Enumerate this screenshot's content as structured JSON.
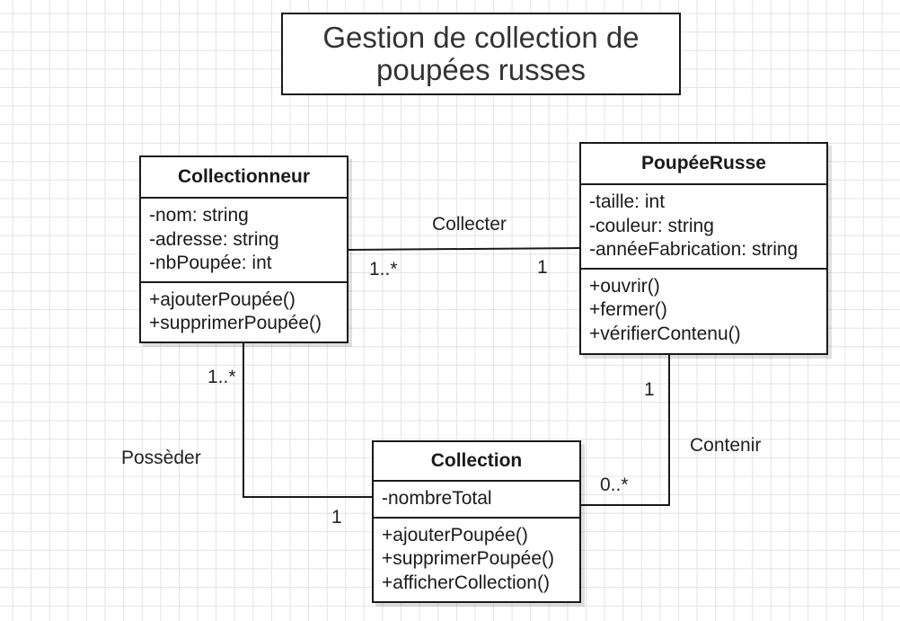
{
  "title": "Gestion de collection de poupées russes",
  "classes": {
    "collectionneur": {
      "name": "Collectionneur",
      "attributes": [
        "-nom: string",
        "-adresse: string",
        "-nbPoupée: int"
      ],
      "methods": [
        "+ajouterPoupée()",
        "+supprimerPoupée()"
      ]
    },
    "poupee_russe": {
      "name": "PoupéeRusse",
      "attributes": [
        "-taille: int",
        "-couleur: string",
        "-annéeFabrication: string"
      ],
      "methods": [
        "+ouvrir()",
        "+fermer()",
        "+vérifierContenu()"
      ]
    },
    "collection": {
      "name": "Collection",
      "attributes": [
        "-nombreTotal"
      ],
      "methods": [
        "+ajouterPoupée()",
        "+supprimerPoupée()",
        "+afficherCollection()"
      ]
    }
  },
  "associations": {
    "collecter": {
      "label": "Collecter",
      "mult_collectionneur": "1..*",
      "mult_poupee": "1"
    },
    "posseder": {
      "label": "Possèder",
      "mult_collectionneur": "1..*",
      "mult_collection": "1"
    },
    "contenir": {
      "label": "Contenir",
      "mult_poupee": "1",
      "mult_collection": "0..*"
    }
  },
  "colors": {
    "line": "#1a1a1a",
    "grid": "#e3e3e3",
    "title_text": "#333333"
  }
}
